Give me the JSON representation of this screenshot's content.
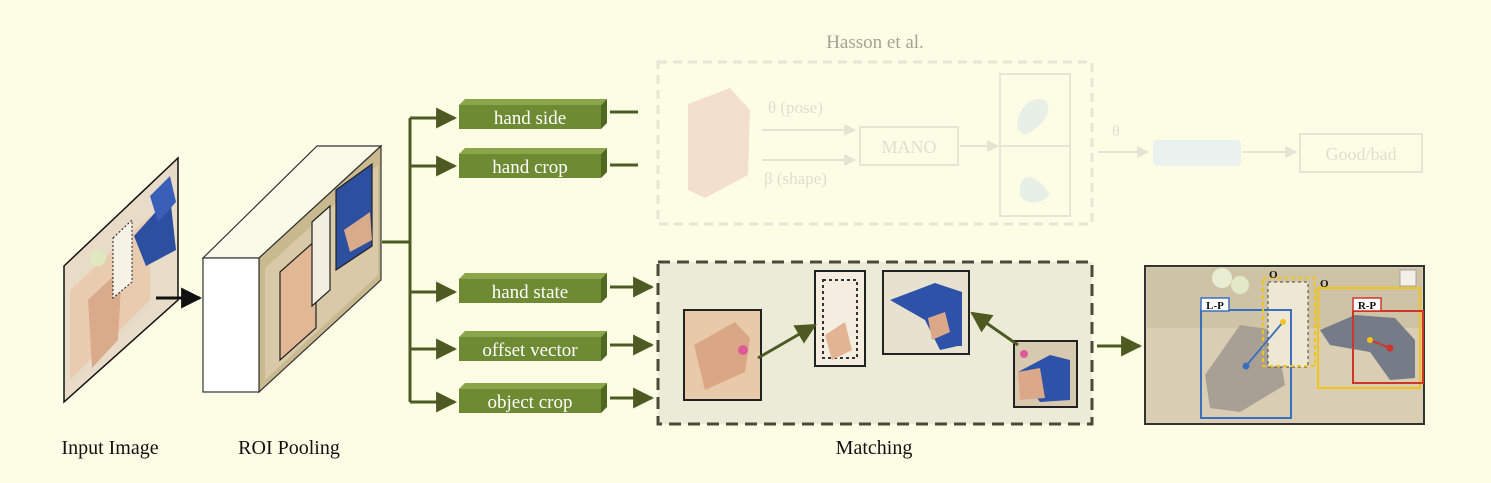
{
  "labels": {
    "input_image": "Input Image",
    "roi_pooling": "ROI Pooling",
    "matching": "Matching",
    "hasson": "Hasson et al.",
    "theta_pose": "θ (pose)",
    "beta_shape": "β (shape)",
    "mano": "MANO",
    "theta_short": "θ",
    "good_bad": "Good/bad"
  },
  "heads": [
    "hand side",
    "hand crop",
    "hand state",
    "offset vector",
    "object crop"
  ],
  "result_tags": {
    "left_person": "L-P",
    "right_person": "R-P",
    "object": "O"
  },
  "colors": {
    "background": "#fdfde6",
    "head_fill": "#6e8a32",
    "head_dark": "#4f6820",
    "arrow": "#4d5a22",
    "matching_border": "#4a4a3a",
    "faded": "#d9d9c8",
    "box_blue": "#3a6fc0",
    "box_red": "#d0352a",
    "box_yellow": "#f0c419"
  }
}
